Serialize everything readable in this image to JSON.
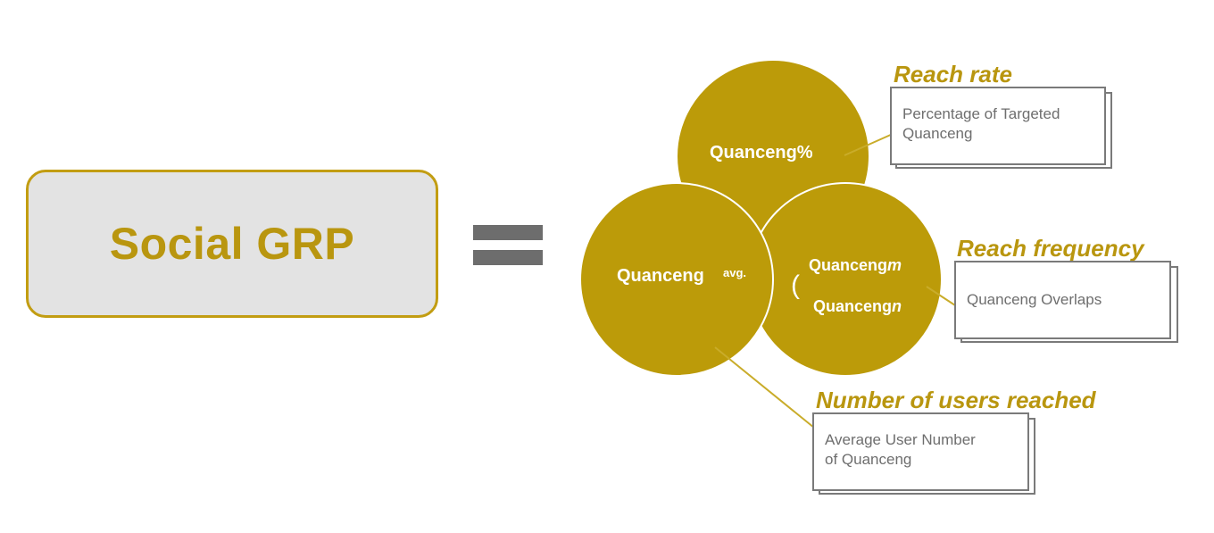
{
  "left_box": {
    "title": "Social GRP"
  },
  "equals": "=",
  "circles": {
    "top": {
      "label": "Quanceng%"
    },
    "left": {
      "label": "Quanceng",
      "superscript": "avg."
    },
    "right": {
      "bracket": "(",
      "line1_text": "Quanceng",
      "line1_var": "m",
      "line2_text": "Quanceng",
      "line2_var": "n"
    }
  },
  "callouts": {
    "reach_rate": {
      "title": "Reach rate",
      "lines": [
        "Percentage of Targeted",
        "Quanceng"
      ]
    },
    "reach_frequency": {
      "title": "Reach frequency",
      "lines": [
        "Quanceng Overlaps"
      ]
    },
    "users_reached": {
      "title": "Number of users reached",
      "lines": [
        "Average User Number",
        "of Quanceng"
      ]
    }
  },
  "colors": {
    "gold": "#b9960f",
    "circle_fill": "#bc9b09",
    "box_fill": "#e3e3e3",
    "equals_gray": "#6d6d6d",
    "callout_border": "#7a7a7a",
    "callout_text": "#6e6e6e"
  }
}
